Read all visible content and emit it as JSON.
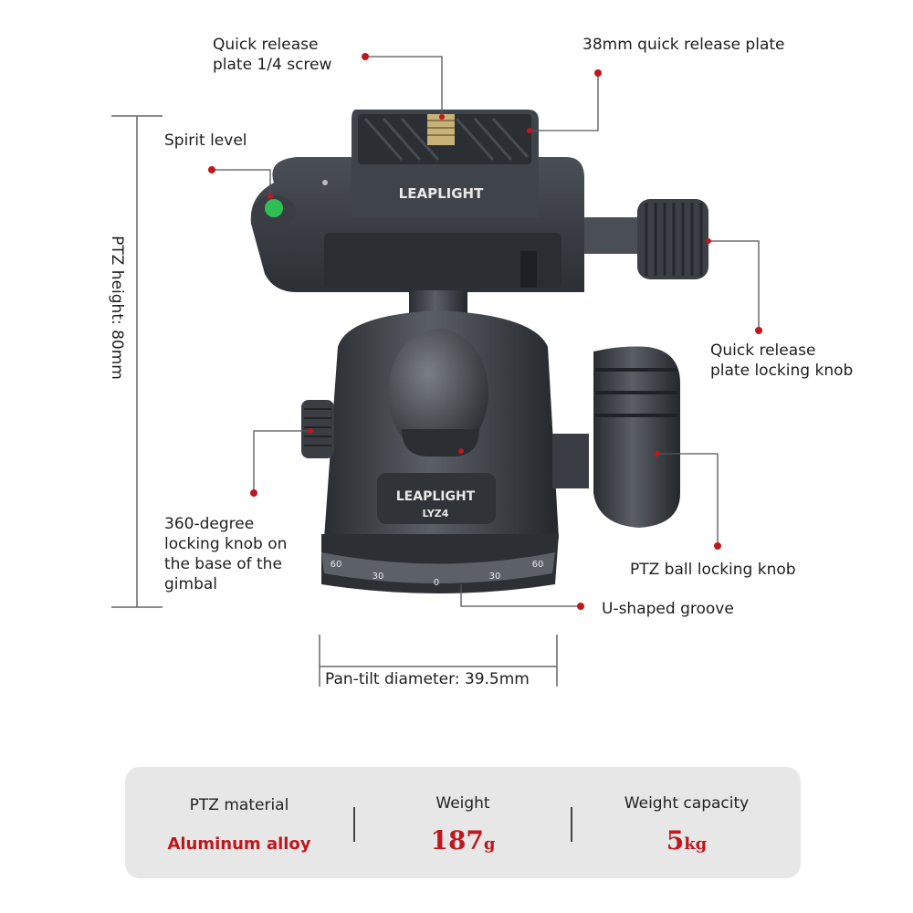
{
  "callouts": {
    "screw": "Quick release\nplate 1/4 screw",
    "plate": "38mm quick release plate",
    "spirit": "Spirit level",
    "height": "PTZ height: 80mm",
    "plate_knob": "Quick release\nplate locking knob",
    "base_knob": "360-degree\nlocking knob on\nthe base of the\ngimbal",
    "ball_knob": "PTZ ball locking knob",
    "groove": "U-shaped groove",
    "diameter": "Pan-tilt diameter: 39.5mm"
  },
  "product": {
    "brand_top": "LEAPLIGHT",
    "brand_body": "LEAPLIGHT",
    "model": "LYZ4",
    "scale_marks": [
      "60",
      "30",
      "0",
      "30",
      "60"
    ]
  },
  "specs": {
    "material_label": "PTZ material",
    "material_value": "Aluminum alloy",
    "weight_label": "Weight",
    "weight_value": "187",
    "weight_unit": "g",
    "capacity_label": "Weight capacity",
    "capacity_value": "5",
    "capacity_unit": "kg"
  },
  "colors": {
    "accent": "#c0161c",
    "metal": "#3a3e44",
    "panel": "#e7e7e7"
  }
}
